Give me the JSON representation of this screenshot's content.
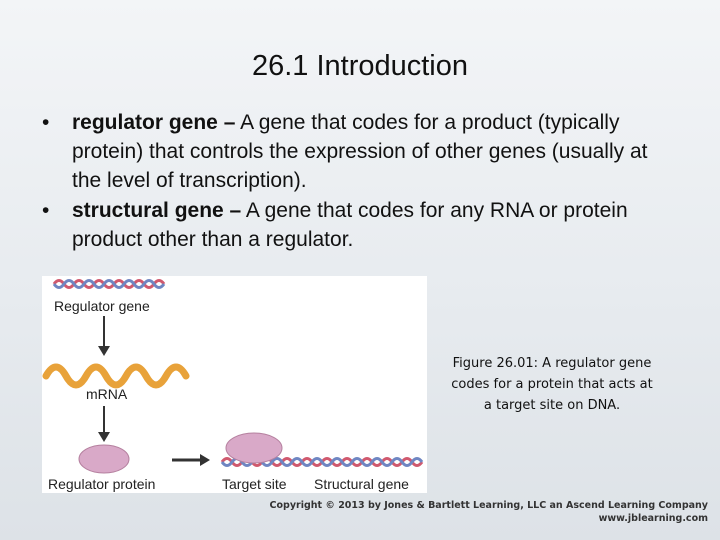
{
  "slide": {
    "title": "26.1  Introduction"
  },
  "bullets": [
    {
      "term": "regulator gene –",
      "definition": " A gene that codes for a product (typically protein) that controls the expression of other genes (usually at the level of transcription)."
    },
    {
      "term": "structural gene –",
      "definition": " A gene that codes for any RNA or protein product other than a regulator."
    }
  ],
  "figure": {
    "labels": {
      "regulator_gene": "Regulator gene",
      "mrna": "mRNA",
      "regulator_protein": "Regulator protein",
      "target_site": "Target site",
      "structural_gene": "Structural gene"
    },
    "colors": {
      "dna_strand_a": "#d0596e",
      "dna_strand_b": "#6f86c2",
      "mrna": "#e8a23a",
      "protein": "#d9a9c8",
      "arrow": "#333333"
    }
  },
  "caption": {
    "line1": "Figure 26.01: A regulator gene",
    "line2": "codes for a protein that acts at",
    "line3": "a target site on DNA."
  },
  "footer": {
    "copyright": "Copyright © 2013 by Jones & Bartlett Learning, LLC an Ascend Learning Company",
    "url": "www.jblearning.com"
  }
}
